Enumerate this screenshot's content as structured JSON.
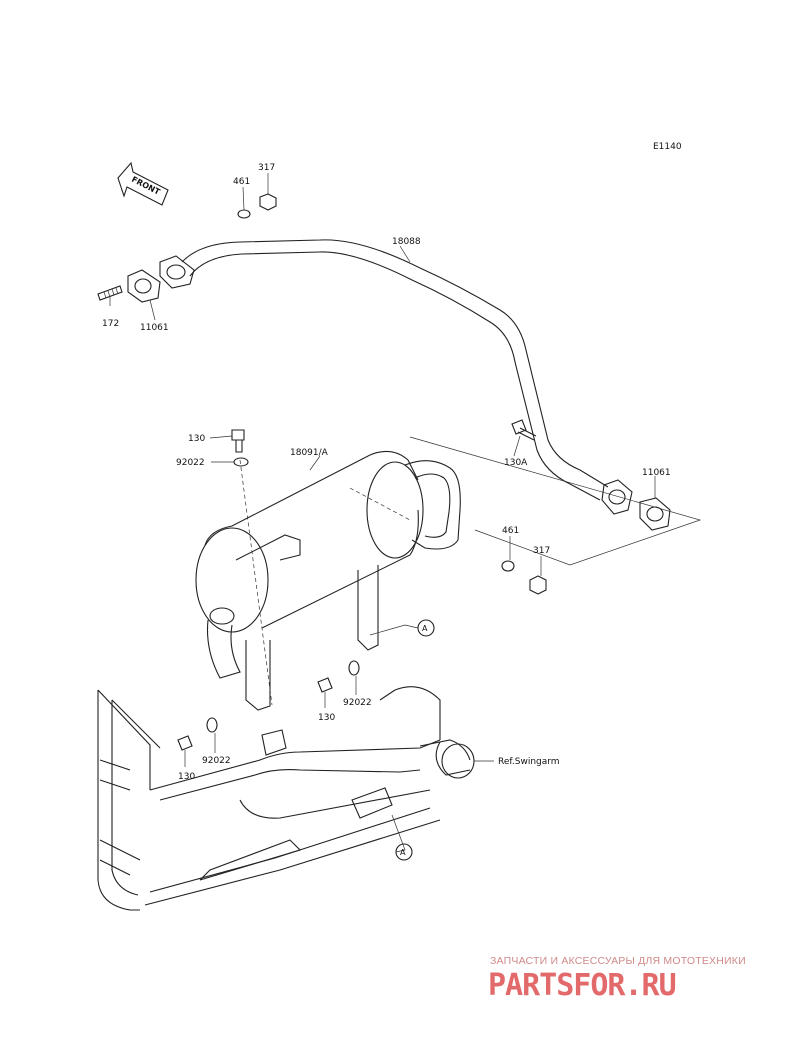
{
  "diagram_code": "E1140",
  "front_label": "FRONT",
  "parts": {
    "p461_top": "461",
    "p317_top": "317",
    "p18088": "18088",
    "p172": "172",
    "p11061_left": "11061",
    "p130_top": "130",
    "p92022_top": "92022",
    "p18091A": "18091/A",
    "p130A": "130A",
    "p11061_right": "11061",
    "p461_right": "461",
    "p317_right": "317",
    "p130_mid": "130",
    "p92022_mid": "92022",
    "p92022_low": "92022",
    "p130_low": "130",
    "ref_swingarm": "Ref.Swingarm",
    "ref_a_1": "A",
    "ref_a_2": "A"
  },
  "watermark": {
    "subtitle": "ЗАПЧАСТИ И АКСЕССУАРЫ ДЛЯ МОТОТЕХНИКИ",
    "logo": "PARTSFOR.RU"
  }
}
